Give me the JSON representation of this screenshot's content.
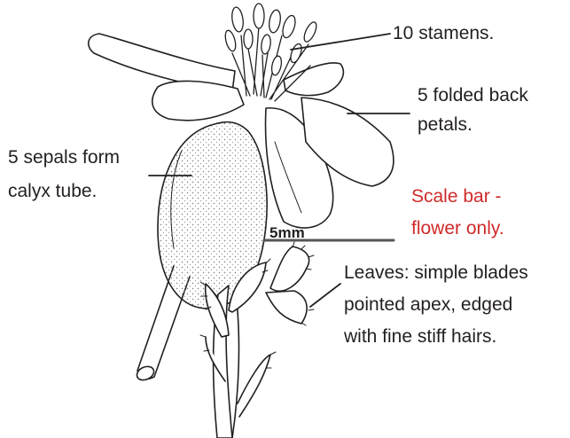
{
  "labels": {
    "stamens": "10 stamens.",
    "petals_line1": "5 folded back",
    "petals_line2": "petals.",
    "sepals_line1": "5 sepals form",
    "sepals_line2": "calyx tube.",
    "scale_line1": "Scale bar -",
    "scale_line2": "flower only.",
    "scale_value": "5mm",
    "leaves_line1": "Leaves: simple blades",
    "leaves_line2": "pointed apex, edged",
    "leaves_line3": "with fine stiff hairs."
  },
  "colors": {
    "ink": "#231f20",
    "accent": "#d12a2a"
  }
}
